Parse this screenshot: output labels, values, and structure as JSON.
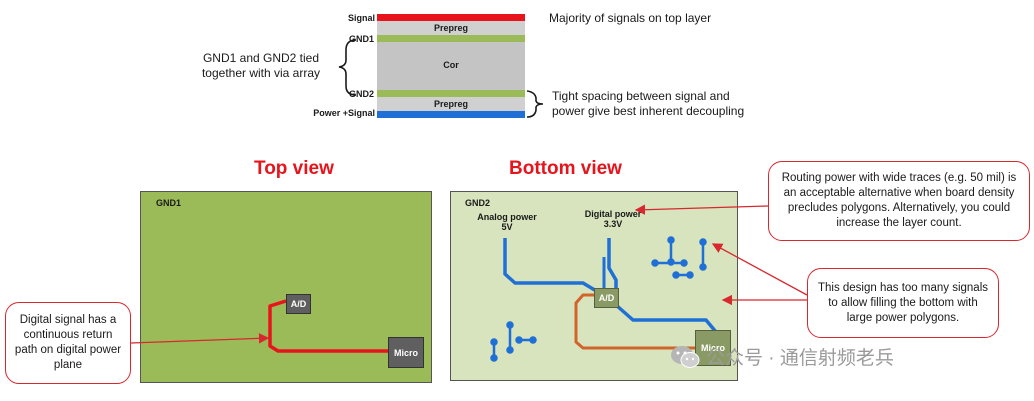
{
  "stackup": {
    "layers": [
      {
        "label": "Signal",
        "name": ""
      },
      {
        "label": "",
        "name": "Prepreg"
      },
      {
        "label": "GND1",
        "name": ""
      },
      {
        "label": "",
        "name": "Cor"
      },
      {
        "label": "GND2",
        "name": ""
      },
      {
        "label": "",
        "name": "Prepreg"
      },
      {
        "label": "Power +Signal",
        "name": ""
      }
    ],
    "note_top": "Majority of signals on top layer",
    "note_left_line1": "GND1 and GND2 tied",
    "note_left_line2": "together with via array",
    "note_right_line1": "Tight spacing between signal and",
    "note_right_line2": "power give best inherent decoupling",
    "colors": {
      "signal": "#e8141c",
      "prepreg": "#d0d0d0",
      "ground": "#9bbb59",
      "core": "#c4c4c4",
      "power": "#1f6fd6"
    }
  },
  "top_view": {
    "title": "Top view",
    "board_label": "GND1",
    "chip_ad": "A/D",
    "chip_micro": "Micro",
    "board_color": "#9bbb59",
    "trace_color": "#e8141c"
  },
  "bottom_view": {
    "title": "Bottom view",
    "board_label": "GND2",
    "analog_label_line1": "Analog power",
    "analog_label_line2": "5V",
    "digital_label_line1": "Digital power",
    "digital_label_line2": "3.3V",
    "chip_ad": "A/D",
    "chip_micro": "Micro",
    "board_color": "#d7e4bd",
    "power_trace_color": "#1f6fd6",
    "signal_trace_color": "#d0642c"
  },
  "callouts": {
    "digital_signal": "Digital signal has a continuous return path on digital power plane",
    "routing_power": "Routing power with wide traces (e.g. 50 mil) is an acceptable alternative when board density precludes polygons.  Alternatively, you could increase the layer count.",
    "too_many_signals": "This design has too many signals to allow filling the bottom with large power polygons."
  },
  "watermark": "公众号 · 通信射频老兵"
}
